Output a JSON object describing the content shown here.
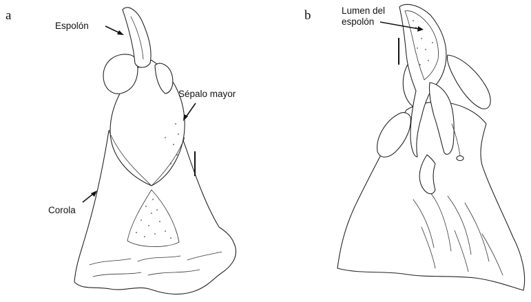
{
  "panels": [
    {
      "letter": "a",
      "labels": {
        "spur": "Espolón",
        "sepal": "Sépalo mayor",
        "corolla": "Corola"
      }
    },
    {
      "letter": "b",
      "labels": {
        "lumen_line1": "Lumen del",
        "lumen_line2": "espolón"
      }
    }
  ]
}
